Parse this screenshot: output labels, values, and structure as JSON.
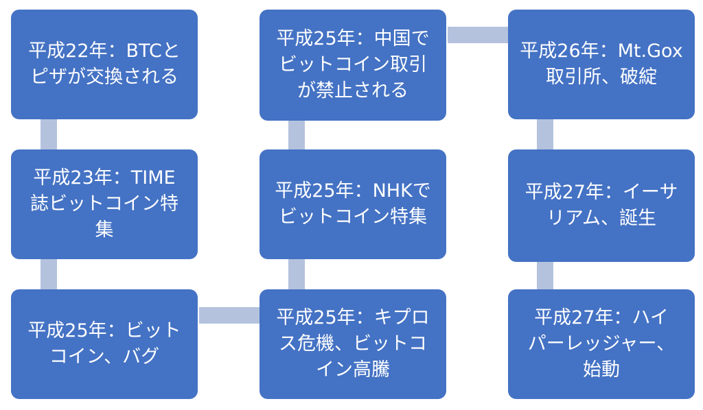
{
  "colors": {
    "box_fill": "#4472c4",
    "box_text": "#ffffff",
    "connector": "#b4c2dd",
    "background": "#ffffff"
  },
  "timeline": [
    {
      "id": "h22",
      "text": "平成22年：BTCと\nピザが交換される"
    },
    {
      "id": "h23",
      "text": "平成23年：TIME\n誌ビットコイン特\n集"
    },
    {
      "id": "h25a",
      "text": "平成25年：ビット\nコイン、バグ"
    },
    {
      "id": "h25b",
      "text": "平成25年：キプロ\nス危機、ビットコ\nイン高騰"
    },
    {
      "id": "h25c",
      "text": "平成25年：NHKで\nビットコイン特集"
    },
    {
      "id": "h25d",
      "text": "平成25年：中国で\nビットコイン取引\nが禁止される"
    },
    {
      "id": "h26",
      "text": "平成26年：Mt.Gox\n取引所、破綻"
    },
    {
      "id": "h27a",
      "text": "平成27年：イーサ\nリアム、誕生"
    },
    {
      "id": "h27b",
      "text": "平成27年：ハイ\nパーレッジャー、\n始動"
    }
  ]
}
